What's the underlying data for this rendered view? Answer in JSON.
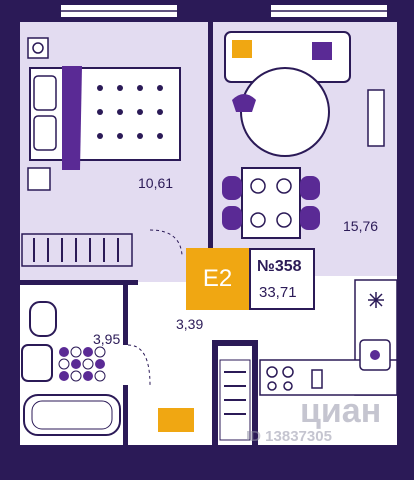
{
  "plan": {
    "apartment_code": "E2",
    "apartment_number": "№358",
    "total_area": "33,71"
  },
  "rooms": {
    "bedroom_area": "10,61",
    "living_area": "15,76",
    "bathroom_area": "3,95",
    "hall_area": "3,39"
  },
  "watermark": {
    "brand": "циан",
    "id_text": "ID 13837305"
  },
  "colors": {
    "walls": "#2b1a57",
    "floor_room": "#e3dcf1",
    "floor_wet": "#ffffff",
    "accent": "#f0a712",
    "furniture": "#5a2a95"
  }
}
